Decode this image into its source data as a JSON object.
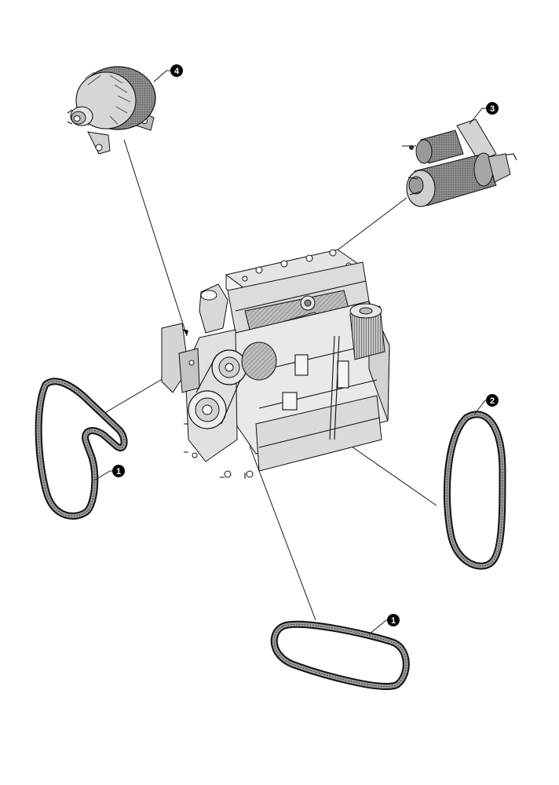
{
  "figure": {
    "callouts": [
      {
        "id": "belt-left",
        "label": "1"
      },
      {
        "id": "belt-bottom",
        "label": "1"
      },
      {
        "id": "belt-right",
        "label": "2"
      },
      {
        "id": "starter-motor",
        "label": "3"
      },
      {
        "id": "alternator",
        "label": "4"
      }
    ]
  },
  "colors": {
    "ink": "#111111",
    "shade_light": "#d9d9d9",
    "shade_mid": "#a6a6a6",
    "shade_dark": "#6e6e6e",
    "callout_fill": "#000000"
  },
  "icons": {
    "belt": "belt-icon",
    "engine": "engine-block-illustration",
    "alternator": "alternator-illustration",
    "starter": "starter-motor-illustration"
  }
}
